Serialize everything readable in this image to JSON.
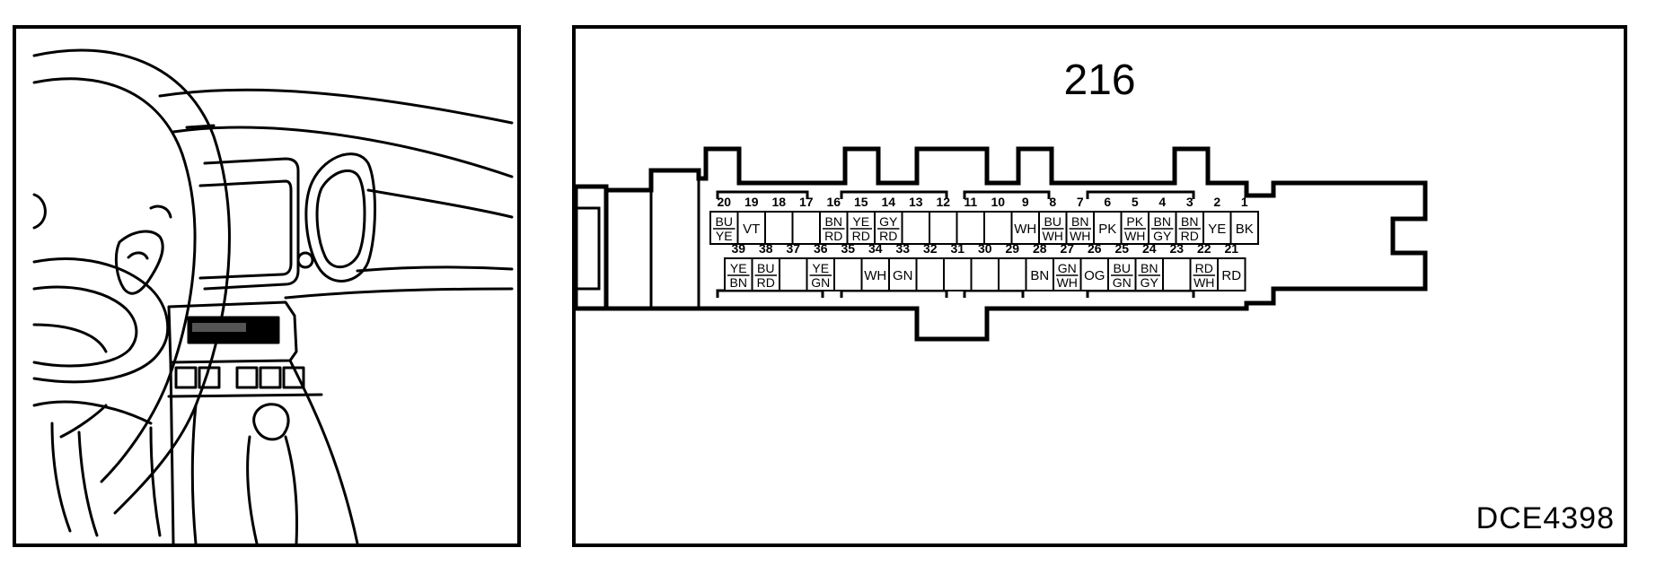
{
  "connector": {
    "title": "216",
    "reference": "DCE4398",
    "outline_color": "#000000",
    "row1": [
      {
        "pin": "20",
        "wire": [
          "BU",
          "YE"
        ]
      },
      {
        "pin": "19",
        "wire": [
          "VT"
        ]
      },
      {
        "pin": "18",
        "wire": []
      },
      {
        "pin": "17",
        "wire": []
      },
      {
        "pin": "16",
        "wire": [
          "BN",
          "RD"
        ]
      },
      {
        "pin": "15",
        "wire": [
          "YE",
          "RD"
        ]
      },
      {
        "pin": "14",
        "wire": [
          "GY",
          "RD"
        ]
      },
      {
        "pin": "13",
        "wire": []
      },
      {
        "pin": "12",
        "wire": []
      },
      {
        "pin": "11",
        "wire": []
      },
      {
        "pin": "10",
        "wire": []
      },
      {
        "pin": "9",
        "wire": [
          "WH"
        ]
      },
      {
        "pin": "8",
        "wire": [
          "BU",
          "WH"
        ]
      },
      {
        "pin": "7",
        "wire": [
          "BN",
          "WH"
        ]
      },
      {
        "pin": "6",
        "wire": [
          "PK"
        ]
      },
      {
        "pin": "5",
        "wire": [
          "PK",
          "WH"
        ]
      },
      {
        "pin": "4",
        "wire": [
          "BN",
          "GY"
        ]
      },
      {
        "pin": "3",
        "wire": [
          "BN",
          "RD"
        ]
      },
      {
        "pin": "2",
        "wire": [
          "YE"
        ]
      },
      {
        "pin": "1",
        "wire": [
          "BK"
        ]
      }
    ],
    "row2": [
      {
        "pin": "39",
        "wire": [
          "YE",
          "BN"
        ]
      },
      {
        "pin": "38",
        "wire": [
          "BU",
          "RD"
        ]
      },
      {
        "pin": "37",
        "wire": []
      },
      {
        "pin": "36",
        "wire": [
          "YE",
          "GN"
        ]
      },
      {
        "pin": "35",
        "wire": []
      },
      {
        "pin": "34",
        "wire": [
          "WH"
        ]
      },
      {
        "pin": "33",
        "wire": [
          "GN"
        ]
      },
      {
        "pin": "32",
        "wire": []
      },
      {
        "pin": "31",
        "wire": []
      },
      {
        "pin": "30",
        "wire": []
      },
      {
        "pin": "29",
        "wire": []
      },
      {
        "pin": "28",
        "wire": [
          "BN"
        ]
      },
      {
        "pin": "27",
        "wire": [
          "GN",
          "WH"
        ]
      },
      {
        "pin": "26",
        "wire": [
          "OG"
        ]
      },
      {
        "pin": "25",
        "wire": [
          "BU",
          "GN"
        ]
      },
      {
        "pin": "24",
        "wire": [
          "BN",
          "GY"
        ]
      },
      {
        "pin": "23",
        "wire": []
      },
      {
        "pin": "22",
        "wire": [
          "RD",
          "WH"
        ]
      },
      {
        "pin": "21",
        "wire": [
          "RD"
        ]
      }
    ]
  }
}
